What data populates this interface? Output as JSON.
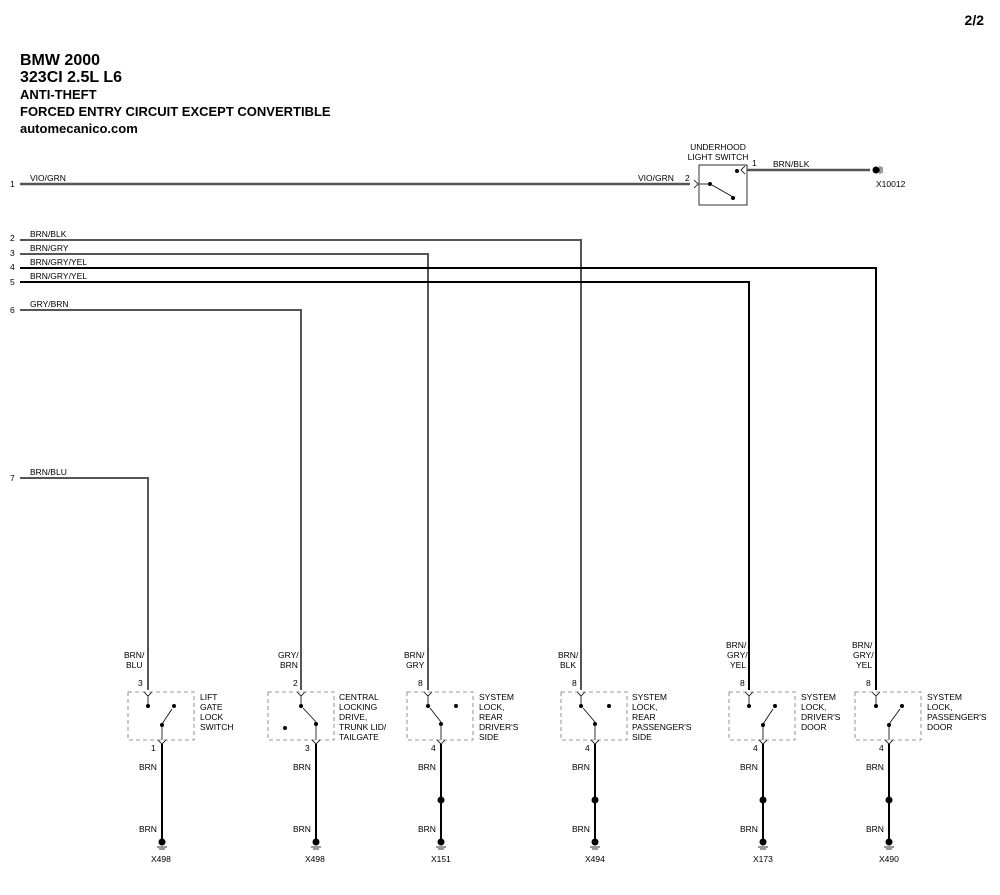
{
  "page_number": "2/2",
  "title": {
    "line1": "BMW 2000",
    "line2": "323CI 2.5L L6",
    "line3": "ANTI-THEFT",
    "line4": "FORCED ENTRY CIRCUIT EXCEPT CONVERTIBLE",
    "line5": "automecanico.com"
  },
  "wires": [
    {
      "num": "1",
      "color": "VIO/GRN"
    },
    {
      "num": "2",
      "color": "BRN/BLK"
    },
    {
      "num": "3",
      "color": "BRN/GRY"
    },
    {
      "num": "4",
      "color": "BRN/GRY/YEL"
    },
    {
      "num": "5",
      "color": "BRN/GRY/YEL"
    },
    {
      "num": "6",
      "color": "GRY/BRN"
    },
    {
      "num": "7",
      "color": "BRN/BLU"
    }
  ],
  "underhood": {
    "name_line1": "UNDERHOOD",
    "name_line2": "LIGHT SWITCH",
    "in_pin": "2",
    "out_pin": "1",
    "in_wire": "VIO/GRN",
    "out_wire": "BRN/BLK",
    "ground": "X10012"
  },
  "components": [
    {
      "top_wire": [
        "BRN/",
        "BLU"
      ],
      "top_pin": "3",
      "name": [
        "LIFT",
        "GATE",
        "LOCK",
        "SWITCH"
      ],
      "bottom_pin": "1",
      "bottom_wire": "BRN",
      "bottom_wire2": "BRN",
      "ground": "X498"
    },
    {
      "top_wire": [
        "GRY/",
        "BRN"
      ],
      "top_pin": "2",
      "name": [
        "CENTRAL",
        "LOCKING",
        "DRIVE,",
        "TRUNK LID/",
        "TAILGATE"
      ],
      "bottom_pin": "3",
      "bottom_wire": "BRN",
      "bottom_wire2": "BRN",
      "ground": "X498"
    },
    {
      "top_wire": [
        "BRN/",
        "GRY"
      ],
      "top_pin": "8",
      "name": [
        "SYSTEM",
        "LOCK,",
        "REAR",
        "DRIVER'S",
        "SIDE"
      ],
      "bottom_pin": "4",
      "bottom_wire": "BRN",
      "bottom_wire2": "BRN",
      "ground": "X151"
    },
    {
      "top_wire": [
        "BRN/",
        "BLK"
      ],
      "top_pin": "8",
      "name": [
        "SYSTEM",
        "LOCK,",
        "REAR",
        "PASSENGER'S",
        "SIDE"
      ],
      "bottom_pin": "4",
      "bottom_wire": "BRN",
      "bottom_wire2": "BRN",
      "ground": "X494"
    },
    {
      "top_wire": [
        "BRN/",
        "GRY/",
        "YEL"
      ],
      "top_pin": "8",
      "name": [
        "SYSTEM",
        "LOCK,",
        "DRIVER'S",
        "DOOR"
      ],
      "bottom_pin": "4",
      "bottom_wire": "BRN",
      "bottom_wire2": "BRN",
      "ground": "X173"
    },
    {
      "top_wire": [
        "BRN/",
        "GRY/",
        "YEL"
      ],
      "top_pin": "8",
      "name": [
        "SYSTEM",
        "LOCK,",
        "PASSENGER'S",
        "DOOR"
      ],
      "bottom_pin": "4",
      "bottom_wire": "BRN",
      "bottom_wire2": "BRN",
      "ground": "X490"
    }
  ]
}
